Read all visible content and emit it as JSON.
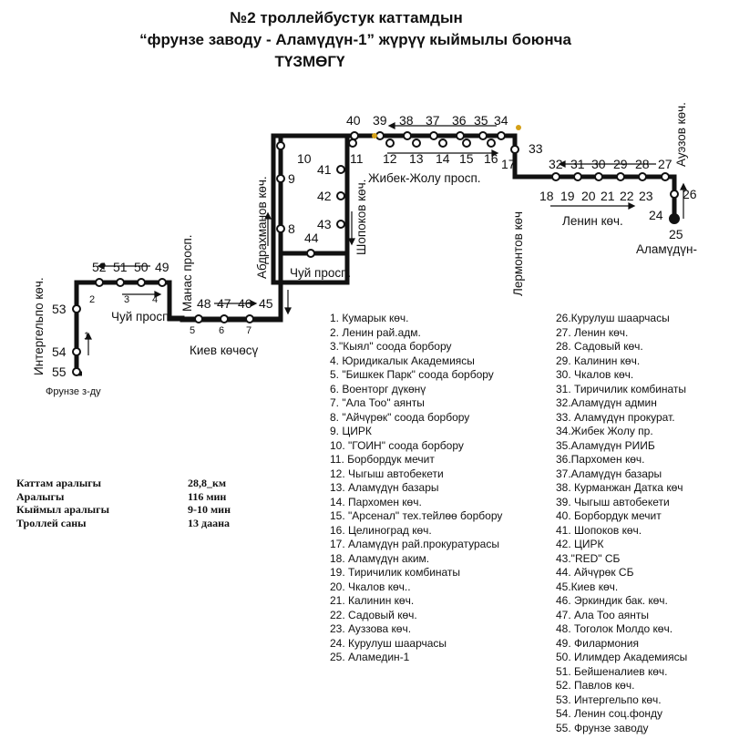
{
  "title": {
    "line1": "№2  троллейбустук каттамдын",
    "line2": "“фрунзе заводу - Аламүдүн-1” жүрүү кыймылы боюнча",
    "line3": "ТҮЗМӨГҮ"
  },
  "streets": {
    "integelpo": "Интергельпо көч.",
    "chui1": "Чуй просп.",
    "manas": "Манас просп.",
    "kiev": "Киев көчөсү",
    "abdrakhmanov": "Абдрахманов көч.",
    "chui2": "Чуй просп.",
    "shopokov": "Шопоков көч.",
    "zhibek": "Жибек-Жолу просп.",
    "lermontov": "Лермонтов көч",
    "lenin": "Ленин көч.",
    "auezov": "Ауэзов көч.",
    "alamedin": "Аламүдүн-",
    "frunze": "Фрунзе з-ду"
  },
  "stop_numbers": {
    "s1": "1",
    "s2": "2",
    "s3": "3",
    "s4": "4",
    "s5": "5",
    "s6": "6",
    "s7": "7",
    "s8": "8",
    "s9": "9",
    "s10": "10",
    "s11": "11",
    "s12": "12",
    "s13": "13",
    "s14": "14",
    "s15": "15",
    "s16": "16",
    "s17": "17",
    "s18": "18",
    "s19": "19",
    "s20": "20",
    "s21": "21",
    "s22": "22",
    "s23": "23",
    "s24": "24",
    "s25": "25",
    "s26": "26",
    "s27": "27",
    "s28": "28",
    "s29": "29",
    "s30": "30",
    "s31": "31",
    "s32": "32",
    "s33": "33",
    "s34": "34",
    "s35": "35",
    "s36": "36",
    "s37": "37",
    "s38": "38",
    "s39": "39",
    "s40": "40",
    "s41": "41",
    "s42": "42",
    "s43": "43",
    "s44": "44",
    "s45": "45",
    "s46": "46",
    "s47": "47",
    "s48": "48",
    "s49": "49",
    "s50": "50",
    "s51": "51",
    "s52": "52",
    "s53": "53",
    "s54": "54",
    "s55": "55"
  },
  "stops_list_1": [
    "1. Кумарык көч.",
    "2. Ленин рай.адм.",
    "3.\"Кыял\" соода борбору",
    "4. Юридикалык Академиясы",
    "5. \"Бишкек Парк\" соода борбору",
    "6. Военторг дүкөнү",
    "7. \"Ала Тоо\" аянты",
    "8. \"Айчүрөк\" соода борбору",
    "9.  ЦИРК",
    "10. \"ГОИН\" соода борбору",
    "11. Борбордук мечит",
    "12. Чыгыш автобекети",
    "13. Аламүдүн базары",
    "14. Пархомен көч.",
    "15. \"Арсенал\" тех.тейлөө борбору",
    "16. Целиноград көч.",
    "17. Аламүдүн рай.прокуратурасы",
    "18. Аламүдүн аким.",
    "19. Тиричилик комбинаты",
    "20. Чкалов көч..",
    "21. Калинин көч.",
    "22. Садовый көч.",
    "23. Ауззова көч.",
    "24. Курулуш шаарчасы",
    "25. Аламедин-1"
  ],
  "stops_list_2": [
    "26.Курулуш шаарчасы",
    "27. Ленин көч.",
    "28. Садовый көч.",
    "29. Калинин  көч.",
    "30. Чкалов көч.",
    "31. Тиричилик комбинаты",
    "32.Аламүдүн админ",
    "33. Аламүдүн прокурат.",
    "34.Жибек Жолу пр.",
    "35.Аламүдүн РИИБ",
    "36.Пархомен көч.",
    "37.Аламүдүн базары",
    "38. Курманжан Датка көч",
    "39. Чыгыш автобекети",
    "40. Борбордук мечит",
    "41. Шопоков көч.",
    "42. ЦИРК",
    "43.\"RED\" СБ",
    "44. Айчүрөк СБ",
    "45.Киев көч.",
    "46. Эркиндик бак. көч.",
    "47. Ала Тоо аянты",
    "48. Тоголок Молдо көч.",
    "49. Филармония",
    "50. Илимдер Академиясы",
    "51. Бейшеналиев көч.",
    "52. Павлов көч.",
    "53. Интергельпо көч.",
    "54. Ленин соц.фонду",
    "55. Фрунзе заводу"
  ],
  "stats": [
    {
      "label": "Каттам аралыгы",
      "value": "28,8_км"
    },
    {
      "label": "Аралыгы",
      "value": "116 мин"
    },
    {
      "label": "Кыймыл аралыгы",
      "value": "9-10  мин"
    },
    {
      "label": "Троллей саны",
      "value": "13 даана"
    }
  ],
  "colors": {
    "route": "#111111",
    "background": "#ffffff",
    "accent": "#d4a017"
  }
}
